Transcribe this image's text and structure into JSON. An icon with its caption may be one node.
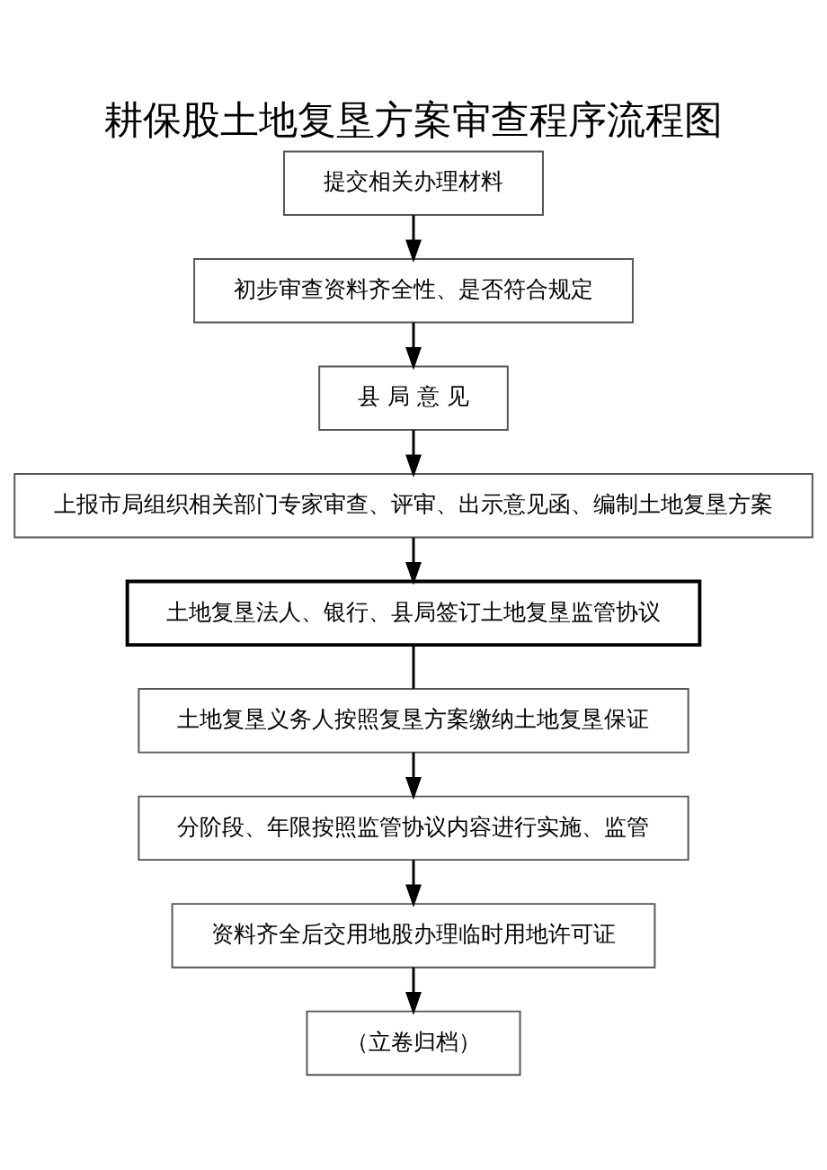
{
  "diagram": {
    "title": "耕保股土地复垦方案审查程序流程图",
    "nodes": [
      {
        "text": [
          "提交相关办理材料"
        ]
      },
      {
        "text": [
          "初步审查资料齐全性、是否符合规定"
        ]
      },
      {
        "text": [
          "县 局 意 见"
        ]
      },
      {
        "text": [
          "上报市局组织相关部门专家审查、评审、出示意见函、编制土地复垦方案"
        ]
      },
      {
        "text": [
          "土地复垦法人、银行、县局签订土地复垦监管协议"
        ]
      },
      {
        "text": [
          "土地复垦义务人按照复垦方案缴纳土地复垦保证"
        ]
      },
      {
        "text": [
          "分阶段、年限按照监管协议内容进行实施、监管"
        ]
      },
      {
        "text": [
          "资料齐全后交用地股办理临时用地许可证"
        ]
      },
      {
        "text": [
          "（立卷归档）"
        ]
      }
    ],
    "edges": [
      {
        "from": 0,
        "to": 1,
        "arrow": "to"
      },
      {
        "from": 1,
        "to": 2,
        "arrow": "to"
      },
      {
        "from": 2,
        "to": 3,
        "arrow": "to"
      },
      {
        "from": 3,
        "to": 4,
        "arrow": "to"
      },
      {
        "from": 4,
        "to": 5,
        "arrow": "none"
      },
      {
        "from": 5,
        "to": 6,
        "arrow": "to"
      },
      {
        "from": 6,
        "to": 7,
        "arrow": "to"
      },
      {
        "from": 7,
        "to": 8,
        "arrow": "to"
      }
    ]
  }
}
